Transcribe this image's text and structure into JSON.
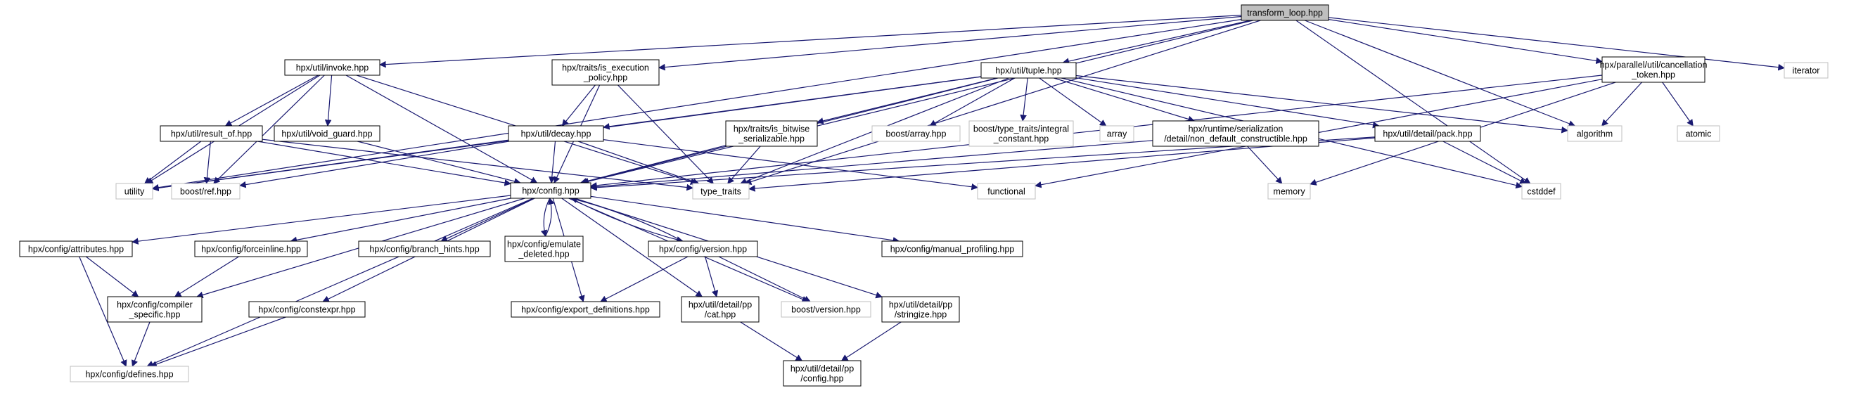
{
  "graph": {
    "title": "transform_loop.hpp",
    "colors": {
      "edge": "#191970",
      "node_border": "#000000",
      "external_border": "#bfbfbf",
      "root_fill": "#bfbfbf"
    },
    "nodes": [
      {
        "id": "root",
        "lines": [
          "transform_loop.hpp"
        ],
        "kind": "root"
      },
      {
        "id": "invoke",
        "lines": [
          "hpx/util/invoke.hpp"
        ],
        "kind": "file"
      },
      {
        "id": "isexec",
        "lines": [
          "hpx/traits/is_execution",
          "_policy.hpp"
        ],
        "kind": "file"
      },
      {
        "id": "tuple",
        "lines": [
          "hpx/util/tuple.hpp"
        ],
        "kind": "file"
      },
      {
        "id": "cancel",
        "lines": [
          "hpx/parallel/util/cancellation",
          "_token.hpp"
        ],
        "kind": "file"
      },
      {
        "id": "iterator",
        "lines": [
          "iterator"
        ],
        "kind": "external"
      },
      {
        "id": "resultof",
        "lines": [
          "hpx/util/result_of.hpp"
        ],
        "kind": "file"
      },
      {
        "id": "voidguard",
        "lines": [
          "hpx/util/void_guard.hpp"
        ],
        "kind": "file"
      },
      {
        "id": "decay",
        "lines": [
          "hpx/util/decay.hpp"
        ],
        "kind": "file"
      },
      {
        "id": "bitwise",
        "lines": [
          "hpx/traits/is_bitwise",
          "_serializable.hpp"
        ],
        "kind": "file"
      },
      {
        "id": "boostarray",
        "lines": [
          "boost/array.hpp"
        ],
        "kind": "external"
      },
      {
        "id": "integral",
        "lines": [
          "boost/type_traits/integral",
          "_constant.hpp"
        ],
        "kind": "external"
      },
      {
        "id": "array",
        "lines": [
          "array"
        ],
        "kind": "external"
      },
      {
        "id": "nondefault",
        "lines": [
          "hpx/runtime/serialization",
          "/detail/non_default_constructible.hpp"
        ],
        "kind": "file"
      },
      {
        "id": "pack",
        "lines": [
          "hpx/util/detail/pack.hpp"
        ],
        "kind": "file"
      },
      {
        "id": "algorithm",
        "lines": [
          "algorithm"
        ],
        "kind": "external"
      },
      {
        "id": "atomic",
        "lines": [
          "atomic"
        ],
        "kind": "external"
      },
      {
        "id": "utility",
        "lines": [
          "utility"
        ],
        "kind": "external"
      },
      {
        "id": "boostref",
        "lines": [
          "boost/ref.hpp"
        ],
        "kind": "external"
      },
      {
        "id": "config",
        "lines": [
          "hpx/config.hpp"
        ],
        "kind": "file"
      },
      {
        "id": "typetraits",
        "lines": [
          "type_traits"
        ],
        "kind": "external"
      },
      {
        "id": "functional",
        "lines": [
          "functional"
        ],
        "kind": "external"
      },
      {
        "id": "memory",
        "lines": [
          "memory"
        ],
        "kind": "external"
      },
      {
        "id": "cstddef",
        "lines": [
          "cstddef"
        ],
        "kind": "external"
      },
      {
        "id": "attributes",
        "lines": [
          "hpx/config/attributes.hpp"
        ],
        "kind": "file"
      },
      {
        "id": "forceinline",
        "lines": [
          "hpx/config/forceinline.hpp"
        ],
        "kind": "file"
      },
      {
        "id": "branch",
        "lines": [
          "hpx/config/branch_hints.hpp"
        ],
        "kind": "file"
      },
      {
        "id": "emulate",
        "lines": [
          "hpx/config/emulate",
          "_deleted.hpp"
        ],
        "kind": "file"
      },
      {
        "id": "version",
        "lines": [
          "hpx/config/version.hpp"
        ],
        "kind": "file"
      },
      {
        "id": "manual",
        "lines": [
          "hpx/config/manual_profiling.hpp"
        ],
        "kind": "file"
      },
      {
        "id": "compiler",
        "lines": [
          "hpx/config/compiler",
          "_specific.hpp"
        ],
        "kind": "file"
      },
      {
        "id": "constexpr",
        "lines": [
          "hpx/config/constexpr.hpp"
        ],
        "kind": "file"
      },
      {
        "id": "exportdef",
        "lines": [
          "hpx/config/export_definitions.hpp"
        ],
        "kind": "file"
      },
      {
        "id": "cat",
        "lines": [
          "hpx/util/detail/pp",
          "/cat.hpp"
        ],
        "kind": "file"
      },
      {
        "id": "boostversion",
        "lines": [
          "boost/version.hpp"
        ],
        "kind": "external"
      },
      {
        "id": "stringize",
        "lines": [
          "hpx/util/detail/pp",
          "/stringize.hpp"
        ],
        "kind": "file"
      },
      {
        "id": "defines",
        "lines": [
          "hpx/config/defines.hpp"
        ],
        "kind": "external"
      },
      {
        "id": "ppconfig",
        "lines": [
          "hpx/util/detail/pp",
          "/config.hpp"
        ],
        "kind": "file"
      }
    ],
    "edges": [
      [
        "root",
        "invoke"
      ],
      [
        "root",
        "isexec"
      ],
      [
        "root",
        "tuple"
      ],
      [
        "root",
        "cancel"
      ],
      [
        "root",
        "iterator"
      ],
      [
        "root",
        "utility"
      ],
      [
        "root",
        "config"
      ],
      [
        "root",
        "typetraits"
      ],
      [
        "root",
        "algorithm"
      ],
      [
        "root",
        "cstddef"
      ],
      [
        "invoke",
        "resultof"
      ],
      [
        "invoke",
        "voidguard"
      ],
      [
        "invoke",
        "config"
      ],
      [
        "invoke",
        "utility"
      ],
      [
        "invoke",
        "typetraits"
      ],
      [
        "invoke",
        "boostref"
      ],
      [
        "isexec",
        "decay"
      ],
      [
        "isexec",
        "config"
      ],
      [
        "isexec",
        "typetraits"
      ],
      [
        "tuple",
        "config"
      ],
      [
        "tuple",
        "decay"
      ],
      [
        "tuple",
        "bitwise"
      ],
      [
        "tuple",
        "boostarray"
      ],
      [
        "tuple",
        "integral"
      ],
      [
        "tuple",
        "array"
      ],
      [
        "tuple",
        "nondefault"
      ],
      [
        "tuple",
        "pack"
      ],
      [
        "tuple",
        "algorithm"
      ],
      [
        "tuple",
        "cstddef"
      ],
      [
        "tuple",
        "utility"
      ],
      [
        "tuple",
        "typetraits"
      ],
      [
        "cancel",
        "config"
      ],
      [
        "cancel",
        "algorithm"
      ],
      [
        "cancel",
        "atomic"
      ],
      [
        "cancel",
        "functional"
      ],
      [
        "cancel",
        "memory"
      ],
      [
        "resultof",
        "utility"
      ],
      [
        "resultof",
        "boostref"
      ],
      [
        "resultof",
        "config"
      ],
      [
        "resultof",
        "typetraits"
      ],
      [
        "voidguard",
        "config"
      ],
      [
        "decay",
        "config"
      ],
      [
        "decay",
        "typetraits"
      ],
      [
        "decay",
        "functional"
      ],
      [
        "decay",
        "utility"
      ],
      [
        "decay",
        "boostref"
      ],
      [
        "bitwise",
        "config"
      ],
      [
        "bitwise",
        "typetraits"
      ],
      [
        "nondefault",
        "config"
      ],
      [
        "nondefault",
        "memory"
      ],
      [
        "pack",
        "config"
      ],
      [
        "pack",
        "typetraits"
      ],
      [
        "pack",
        "cstddef"
      ],
      [
        "config",
        "attributes"
      ],
      [
        "config",
        "forceinline"
      ],
      [
        "config",
        "branch"
      ],
      [
        "config",
        "emulate"
      ],
      [
        "config",
        "version"
      ],
      [
        "config",
        "manual"
      ],
      [
        "config",
        "compiler"
      ],
      [
        "config",
        "constexpr"
      ],
      [
        "config",
        "exportdef"
      ],
      [
        "config",
        "cat"
      ],
      [
        "config",
        "boostversion"
      ],
      [
        "config",
        "stringize"
      ],
      [
        "config",
        "defines"
      ],
      [
        "emulate",
        "config"
      ],
      [
        "version",
        "config"
      ],
      [
        "version",
        "exportdef"
      ],
      [
        "version",
        "cat"
      ],
      [
        "version",
        "boostversion"
      ],
      [
        "attributes",
        "compiler"
      ],
      [
        "attributes",
        "defines"
      ],
      [
        "forceinline",
        "compiler"
      ],
      [
        "compiler",
        "defines"
      ],
      [
        "constexpr",
        "defines"
      ],
      [
        "cat",
        "ppconfig"
      ],
      [
        "stringize",
        "ppconfig"
      ]
    ]
  }
}
